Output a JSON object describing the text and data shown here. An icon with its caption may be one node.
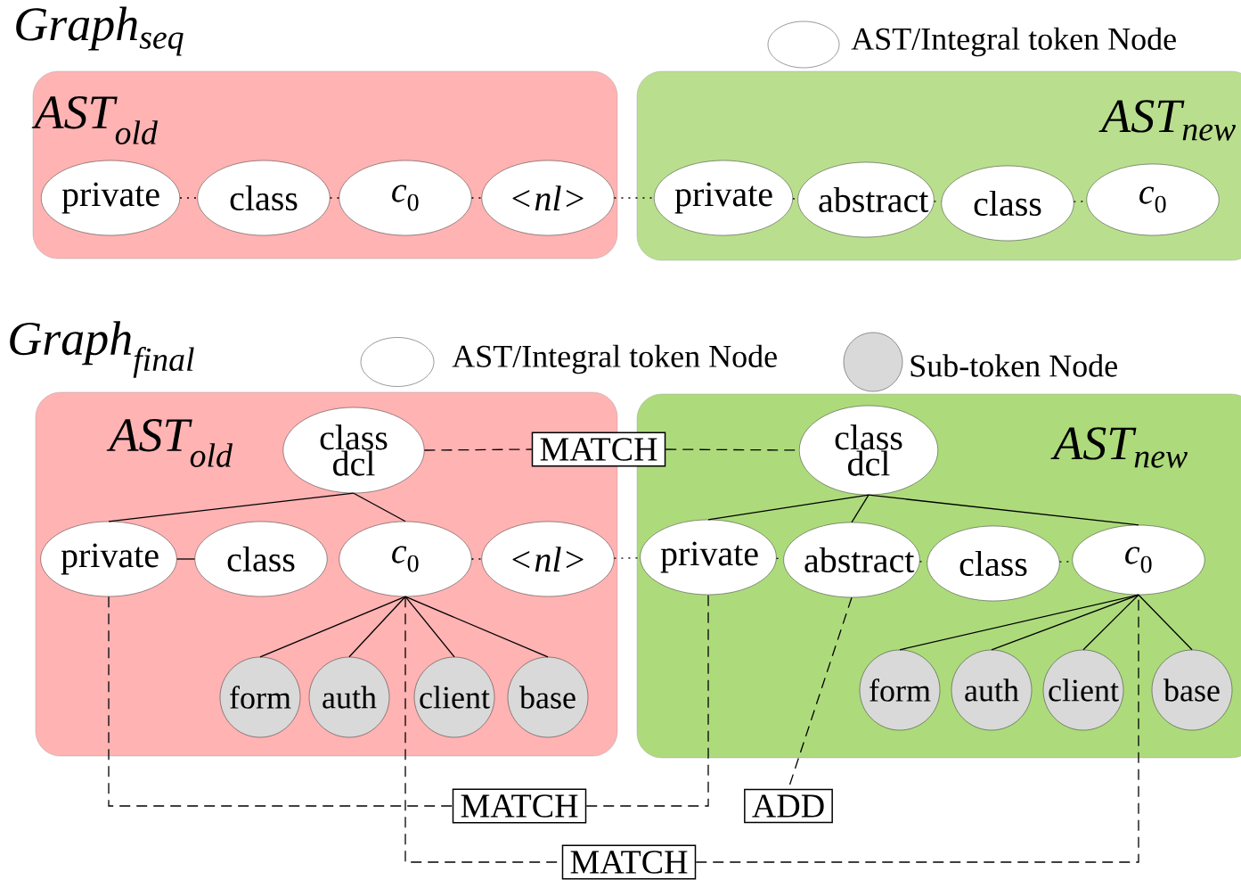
{
  "diagram": {
    "nodes": [
      {
        "text": [
          "AST$_{old}$"
        ]
      },
      {
        "text": [
          "private"
        ],
        "in": 0
      },
      {
        "text": [
          "class"
        ],
        "in": 0
      },
      {
        "text": [
          "*c*$_{0}$"
        ],
        "in": 0
      },
      {
        "text": [
          "< *nl* >"
        ],
        "in": 0
      },
      {
        "text": [
          "AST$_{new}$"
        ]
      },
      {
        "text": [
          "private"
        ],
        "in": 5
      },
      {
        "text": [
          "abstract"
        ],
        "in": 5
      },
      {
        "text": [
          "class"
        ],
        "in": 5
      },
      {
        "text": [
          "*c*$_{0}$"
        ],
        "in": 5
      },
      {
        "text": [
          "AST$_{old}$"
        ]
      },
      {
        "text": [
          "class dcl"
        ],
        "in": 10
      },
      {
        "text": [
          "private"
        ],
        "in": 10
      },
      {
        "text": [
          "class"
        ],
        "in": 10
      },
      {
        "text": [
          "*c*$_{0}$"
        ],
        "in": 10
      },
      {
        "text": [
          "< *nl* >"
        ],
        "in": 10
      },
      {
        "text": [
          "form"
        ],
        "in": 10
      },
      {
        "text": [
          "auth"
        ],
        "in": 10
      },
      {
        "text": [
          "client"
        ],
        "in": 10
      },
      {
        "text": [
          "base"
        ],
        "in": 10
      },
      {
        "text": [
          "AST$_{new}$"
        ]
      },
      {
        "text": [
          "class dcl"
        ],
        "in": 20
      },
      {
        "text": [
          "private"
        ],
        "in": 20
      },
      {
        "text": [
          "abstract"
        ],
        "in": 20
      },
      {
        "text": [
          "class"
        ],
        "in": 20
      },
      {
        "text": [
          "*c*$_{0}$"
        ],
        "in": 20
      },
      {
        "text": [
          "form"
        ],
        "in": 20
      },
      {
        "text": [
          "auth"
        ],
        "in": 20
      },
      {
        "text": [
          "client"
        ],
        "in": 20
      },
      {
        "text": [
          "base"
        ],
        "in": 20
      },
      {
        "text": [
          "MATCH"
        ]
      },
      {
        "text": [
          "MATCH"
        ]
      },
      {
        "text": [
          "ADD"
        ]
      },
      {
        "text": [
          "MATCH"
        ]
      }
    ],
    "edges": [
      {
        "from": 1,
        "to": 2,
        "arrow": "none",
        "style": "dashed"
      },
      {
        "from": 2,
        "to": 3,
        "arrow": "none",
        "style": "dashed"
      },
      {
        "from": 3,
        "to": 4,
        "arrow": "none",
        "style": "dashed"
      },
      {
        "from": 4,
        "to": 6,
        "arrow": "none",
        "style": "dashed"
      },
      {
        "from": 6,
        "to": 7,
        "arrow": "none",
        "style": "dashed"
      },
      {
        "from": 7,
        "to": 8,
        "arrow": "none",
        "style": "dashed"
      },
      {
        "from": 8,
        "to": 9,
        "arrow": "none",
        "style": "dashed"
      },
      {
        "from": 11,
        "to": 12,
        "arrow": "none"
      },
      {
        "from": 11,
        "to": 14,
        "arrow": "none"
      },
      {
        "from": 12,
        "to": 13,
        "arrow": "none"
      },
      {
        "from": 14,
        "to": 15,
        "arrow": "none",
        "style": "dashed"
      },
      {
        "from": 15,
        "to": 22,
        "arrow": "none",
        "style": "dashed"
      },
      {
        "from": 14,
        "to": 16,
        "arrow": "none"
      },
      {
        "from": 14,
        "to": 17,
        "arrow": "none"
      },
      {
        "from": 14,
        "to": 18,
        "arrow": "none"
      },
      {
        "from": 14,
        "to": 19,
        "arrow": "none"
      },
      {
        "from": 21,
        "to": 22,
        "arrow": "none"
      },
      {
        "from": 21,
        "to": 23,
        "arrow": "none"
      },
      {
        "from": 21,
        "to": 25,
        "arrow": "none"
      },
      {
        "from": 22,
        "to": 23,
        "arrow": "none",
        "style": "dashed"
      },
      {
        "from": 23,
        "to": 24,
        "arrow": "none",
        "style": "dashed"
      },
      {
        "from": 24,
        "to": 25,
        "arrow": "none",
        "style": "dashed"
      },
      {
        "from": 25,
        "to": 26,
        "arrow": "none"
      },
      {
        "from": 25,
        "to": 27,
        "arrow": "none"
      },
      {
        "from": 25,
        "to": 28,
        "arrow": "none"
      },
      {
        "from": 25,
        "to": 29,
        "arrow": "none"
      },
      {
        "from": 11,
        "to": 30,
        "arrow": "none",
        "style": "dashed"
      },
      {
        "from": 30,
        "to": 21,
        "arrow": "none",
        "style": "dashed"
      },
      {
        "from": 12,
        "to": 31,
        "arrow": "none",
        "style": "dashed"
      },
      {
        "from": 31,
        "to": 22,
        "arrow": "none",
        "style": "dashed"
      },
      {
        "from": 23,
        "to": 32,
        "arrow": "none",
        "style": "dashed"
      },
      {
        "from": 14,
        "to": 33,
        "arrow": "none",
        "style": "dashed"
      },
      {
        "from": 33,
        "to": 25,
        "arrow": "none",
        "style": "dashed"
      }
    ],
    "labels": [
      "Graph$_{seq}$",
      "Graph$_{final}$"
    ],
    "legend": [
      {
        "text": "AST/Integral token Node"
      },
      {
        "text": "AST/Integral token Node"
      },
      {
        "text": "Sub-token Node",
        "color": "#d9d9d9"
      }
    ]
  }
}
